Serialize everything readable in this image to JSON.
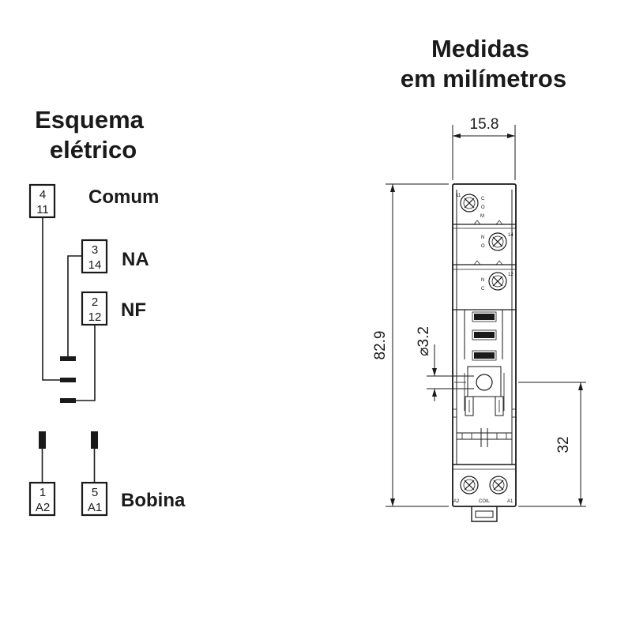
{
  "schematic": {
    "title_line1": "Esquema",
    "title_line2": "elétrico",
    "common": {
      "top": "4",
      "bottom": "11",
      "label": "Comum"
    },
    "no": {
      "top": "3",
      "bottom": "14",
      "label": "NA"
    },
    "nc": {
      "top": "2",
      "bottom": "12",
      "label": "NF"
    },
    "coil_a2": {
      "top": "1",
      "bottom": "A2"
    },
    "coil_a1": {
      "top": "5",
      "bottom": "A1"
    },
    "coil_label": "Bobina"
  },
  "dimensions": {
    "title_line1": "Medidas",
    "title_line2": "em milímetros",
    "width": "15.8",
    "height": "82.9",
    "hole": "⌀3.2",
    "hole_offset": "32"
  },
  "relay": {
    "top_terminal": [
      "11",
      "C",
      "O",
      "M"
    ],
    "no_terminal": [
      "N",
      "O",
      "14"
    ],
    "nc_terminal": [
      "N",
      "C",
      "12"
    ],
    "bottom_terminals": [
      "A2",
      "COIL",
      "A1"
    ]
  }
}
